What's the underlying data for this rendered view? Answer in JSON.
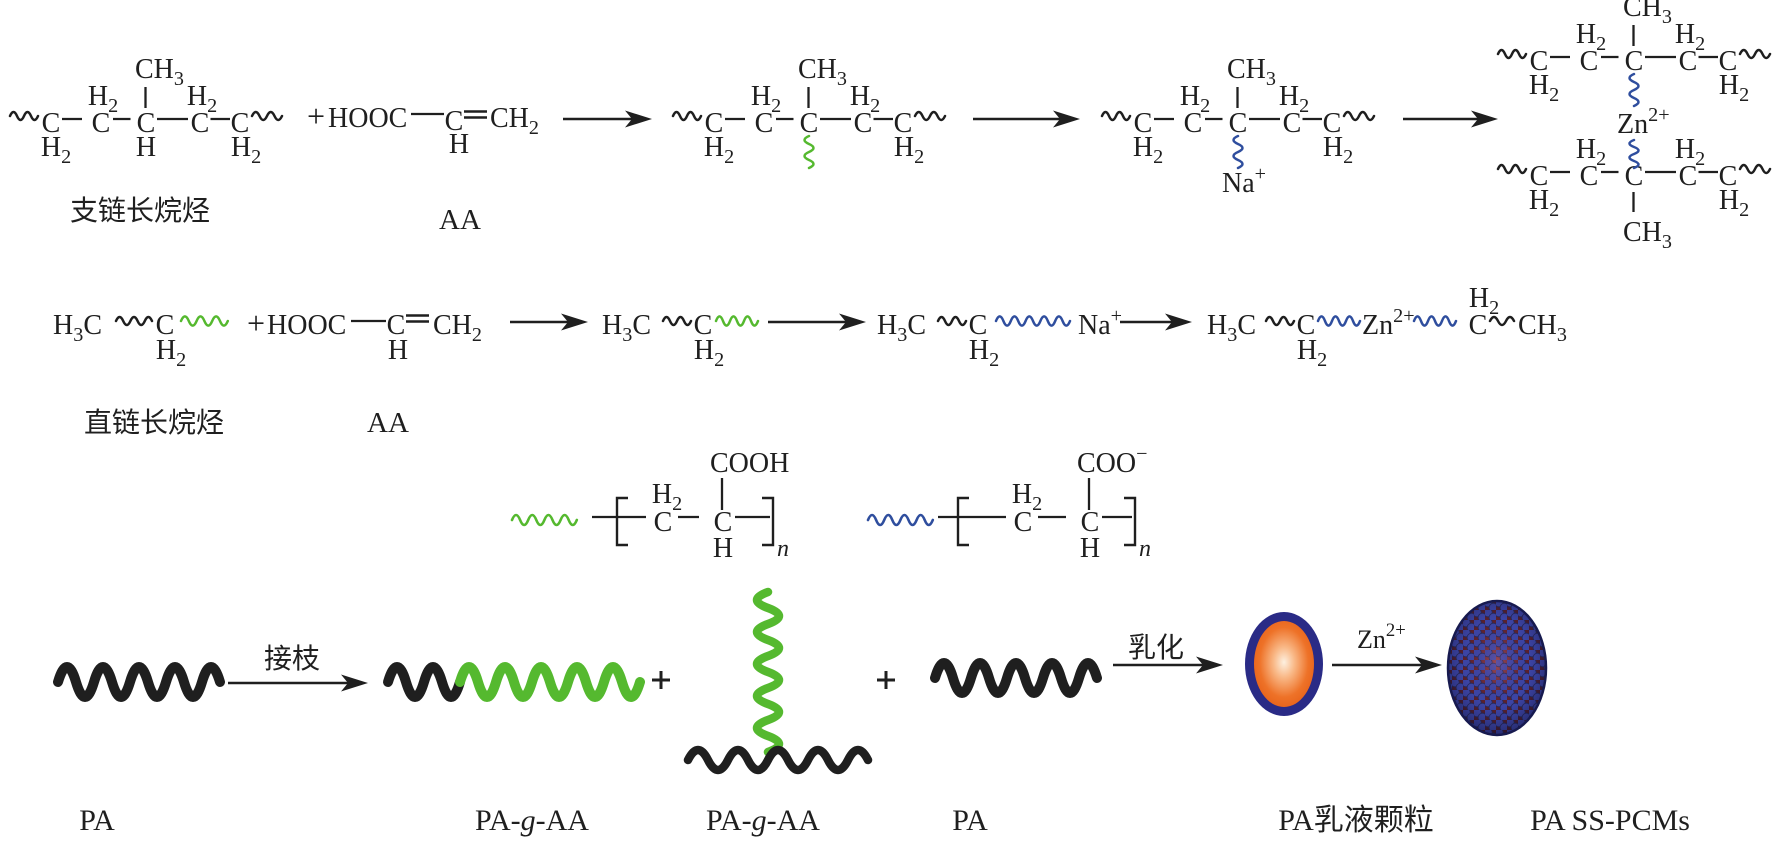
{
  "colors": {
    "ink": "#1f1f1f",
    "green": "#55b92f",
    "blue": "#2f4e9e",
    "ring_navy": "#2a2b86",
    "orange": "#ed6f26",
    "orange_light": "#fdf0e0",
    "sphere_red": "#63222e",
    "sphere_dot": "#3c44a4"
  },
  "chem": {
    "c": "C",
    "h": "H",
    "h2": "H_2",
    "ch3": "CH_3",
    "ch2": "CH_2",
    "h3c": "H_3C",
    "plus": "+",
    "hooc": "HOOC",
    "eq": "=",
    "na": "Na^+",
    "zn": "Zn^2+",
    "cooh": "COOH",
    "coo": "COO^−",
    "n": "n"
  },
  "row1": {
    "molecule_label": "支链长烷烃",
    "aa_label": "AA"
  },
  "row2": {
    "molecule_label": "直链长烷烃",
    "aa_label": "AA"
  },
  "legend": {
    "green_unit_acid": "COOH",
    "blue_unit_acid": "COO^−"
  },
  "bottom": {
    "graft_label": "接枝",
    "emulsify_label": "乳化",
    "zn_label": "Zn^2+",
    "pa1": "PA",
    "pagaa1": "PA-g-AA",
    "pagaa2": "PA-g-AA",
    "pa2": "PA",
    "emulsion_label": "PA乳液颗粒",
    "pcm_label": "PA SS-PCMs"
  }
}
